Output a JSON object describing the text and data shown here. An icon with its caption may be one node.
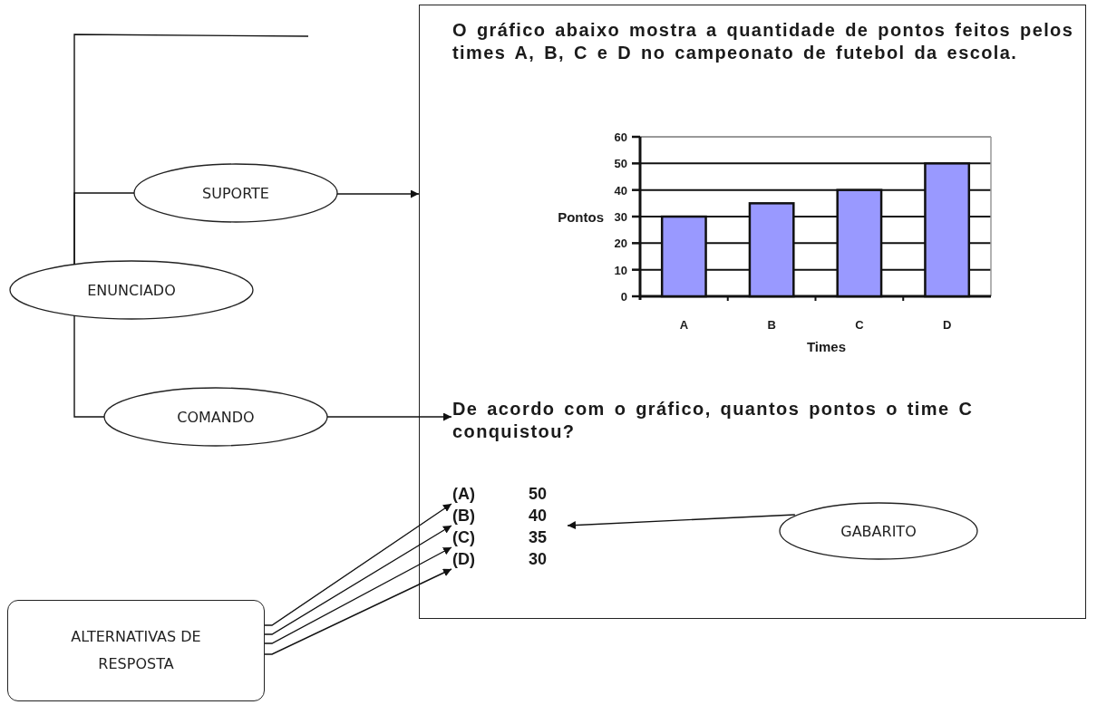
{
  "diagram": {
    "nodes": [
      {
        "text": [
          "ENUNCIADO"
        ]
      },
      {
        "text": [
          "SUPORTE"
        ]
      },
      {
        "text": [
          "COMANDO"
        ]
      },
      {
        "text": [],
        "shape": "box"
      },
      {
        "text": [
          "O gráfico abaixo mostra a quantidade de pontos feitos pelos times A, B, C e D no campeonato de futebol da escola."
        ],
        "in": 3
      },
      {
        "text": [
          "De acordo com o gráfico, quantos pontos o time C conquistou?"
        ],
        "in": 3
      },
      {
        "text": [
          "(A)",
          "50"
        ],
        "in": 3
      },
      {
        "text": [
          "(B)",
          "40"
        ],
        "in": 3
      },
      {
        "text": [
          "(C)",
          "35"
        ],
        "in": 3
      },
      {
        "text": [
          "(D)",
          "30"
        ],
        "in": 3
      },
      {
        "text": [
          "ALTERNATIVAS DE RESPOSTA"
        ]
      },
      {
        "text": [
          "GABARITO"
        ],
        "in": 3
      }
    ],
    "edges": [
      {
        "from": 0,
        "to": 1,
        "arrow": "none"
      },
      {
        "from": 0,
        "to": 2,
        "arrow": "none"
      },
      {
        "from": 0,
        "to": null,
        "arrow": "none"
      },
      {
        "from": 1,
        "to": 3,
        "arrow": "to"
      },
      {
        "from": 2,
        "to": 5,
        "arrow": "to"
      },
      {
        "from": 10,
        "to": 6,
        "arrow": "to"
      },
      {
        "from": 10,
        "to": 7,
        "arrow": "to"
      },
      {
        "from": 10,
        "to": 8,
        "arrow": "to"
      },
      {
        "from": 10,
        "to": 9,
        "arrow": "to"
      },
      {
        "from": 11,
        "to": 7,
        "arrow": "to"
      }
    ],
    "chart_data": {
      "type": "bar",
      "xlabel": "Times",
      "ylabel": "Pontos",
      "categories": [
        "A",
        "B",
        "C",
        "D"
      ],
      "series": [
        {
          "color": "#9999ff",
          "values": [
            30,
            35,
            40,
            50
          ]
        }
      ],
      "ylim": [
        0,
        60
      ],
      "yticks": [
        0,
        10,
        20,
        30,
        40,
        50,
        60
      ],
      "grid": true
    }
  }
}
